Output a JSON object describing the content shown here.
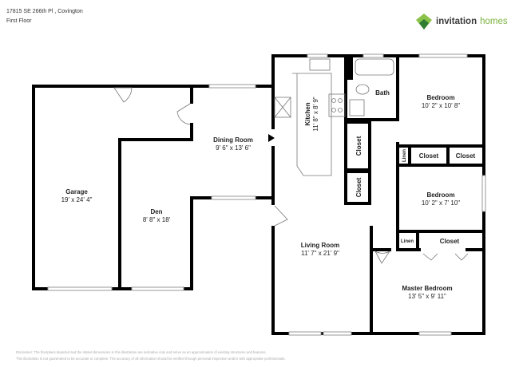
{
  "header": {
    "address": "17815 SE 266th Pl , Covington",
    "floor": "First Floor"
  },
  "logo": {
    "text_a": "invitation",
    "text_b": "homes",
    "brand_color": "#7cb342"
  },
  "rooms": {
    "garage": {
      "name": "Garage",
      "dims": "19' x 24' 4\""
    },
    "den": {
      "name": "Den",
      "dims": "8' 8\" x 18'"
    },
    "dining": {
      "name": "Dining Room",
      "dims": "9' 6\" x 13' 6\""
    },
    "kitchen": {
      "name": "Kitchen",
      "dims": "11' 8\" x 8' 9\""
    },
    "bath": {
      "name": "Bath"
    },
    "bedroom1": {
      "name": "Bedroom",
      "dims": "10' 2\" x 10' 8\""
    },
    "bedroom2": {
      "name": "Bedroom",
      "dims": "10' 2\" x 7' 10\""
    },
    "living": {
      "name": "Living Room",
      "dims": "11' 7\" x 21' 9\""
    },
    "master": {
      "name": "Master Bedroom",
      "dims": "13' 5\" x 9' 11\""
    },
    "closet": "Closet",
    "linen": "Linen"
  },
  "disclaimer": {
    "line1": "Disclaimer: The floorplans depicted and the stated dimensions in this illustration are indicative only and serve as an approximation of existing structures and features.",
    "line2": "This illustration is not guaranteed to be accurate or complete. The accuracy of all information should be verified through personal inspection and/or with appropriate professionals."
  }
}
